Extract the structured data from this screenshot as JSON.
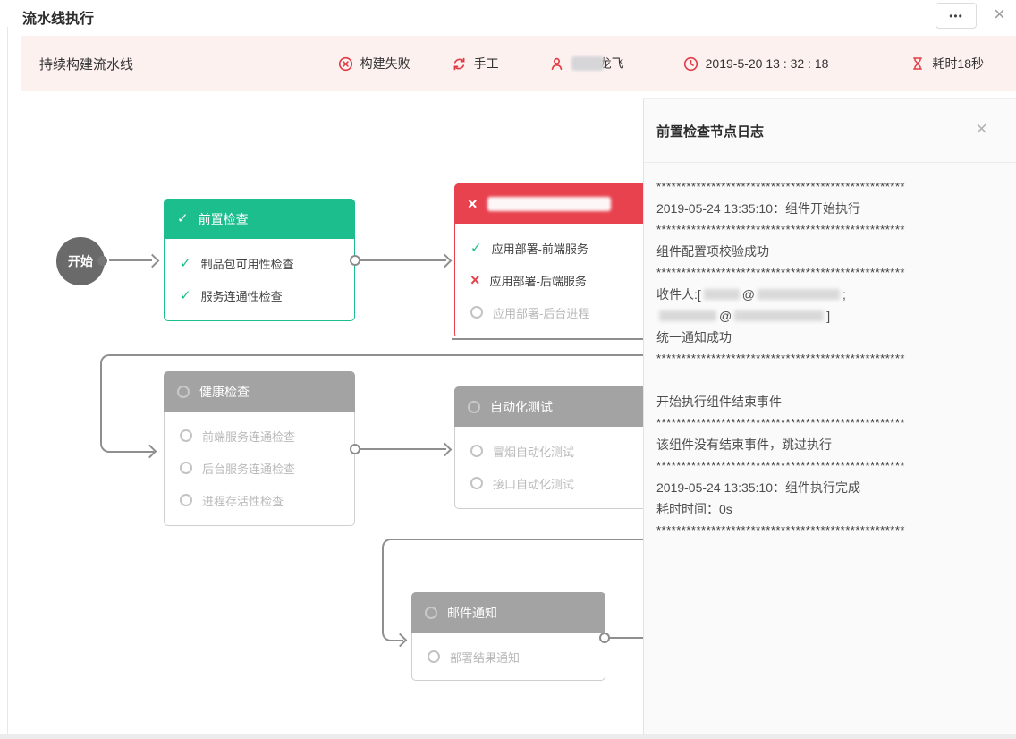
{
  "window": {
    "title": "流水线执行",
    "more_icon": "•••",
    "close_icon": "×"
  },
  "icons": {
    "check": "✓",
    "cross": "×",
    "close": "×",
    "pending": "circle-outline"
  },
  "toolbar": {
    "pipeline_name": "持续构建流水线",
    "items": [
      {
        "icon": "error-circle-icon",
        "label": "构建失败"
      },
      {
        "icon": "refresh-icon",
        "label": "手工"
      },
      {
        "icon": "user-icon",
        "label": "龙飞",
        "redacted_prefix": true
      },
      {
        "icon": "clock-icon",
        "label": "2019-5-20 13 : 32 : 18"
      },
      {
        "icon": "hourglass-icon",
        "label": "耗时18秒"
      }
    ]
  },
  "pipeline": {
    "start_label": "开始",
    "nodes": [
      {
        "id": "precheck",
        "title": "前置检查",
        "status": "success",
        "items": [
          {
            "label": "制品包可用性检查",
            "status": "success"
          },
          {
            "label": "服务连通性检查",
            "status": "success"
          }
        ]
      },
      {
        "id": "deploy",
        "title": "",
        "title_redacted": true,
        "status": "failed",
        "items": [
          {
            "label": "应用部署-前端服务",
            "status": "success"
          },
          {
            "label": "应用部署-后端服务",
            "status": "failed"
          },
          {
            "label": "应用部署-后台进程",
            "status": "pending"
          }
        ]
      },
      {
        "id": "health",
        "title": "健康检查",
        "status": "pending",
        "items": [
          {
            "label": "前端服务连通检查",
            "status": "pending"
          },
          {
            "label": "后台服务连通检查",
            "status": "pending"
          },
          {
            "label": "进程存活性检查",
            "status": "pending"
          }
        ]
      },
      {
        "id": "autotest",
        "title": "自动化测试",
        "status": "pending",
        "items": [
          {
            "label": "冒烟自动化测试",
            "status": "pending"
          },
          {
            "label": "接口自动化测试",
            "status": "pending"
          }
        ]
      },
      {
        "id": "mail",
        "title": "邮件通知",
        "status": "pending",
        "items": [
          {
            "label": "部署结果通知",
            "status": "pending"
          }
        ]
      }
    ]
  },
  "log_panel": {
    "title": "前置检查节点日志",
    "close_icon": "×",
    "separator": "**************************************************",
    "lines": [
      {
        "type": "sep"
      },
      {
        "type": "text",
        "segs": [
          {
            "t": "2019-05-24 13:35:10：组件开始执行"
          }
        ]
      },
      {
        "type": "sep"
      },
      {
        "type": "text",
        "segs": [
          {
            "t": "组件配置项校验成功"
          }
        ]
      },
      {
        "type": "sep"
      },
      {
        "type": "text",
        "segs": [
          {
            "t": "收件人:["
          },
          {
            "b": 40
          },
          {
            "t": "@"
          },
          {
            "b": 92
          },
          {
            "t": ";"
          }
        ]
      },
      {
        "type": "text",
        "segs": [
          {
            "b": 64
          },
          {
            "t": "@"
          },
          {
            "b": 100
          },
          {
            "t": "]"
          }
        ]
      },
      {
        "type": "text",
        "segs": [
          {
            "t": "统一通知成功"
          }
        ]
      },
      {
        "type": "sep"
      },
      {
        "type": "gap"
      },
      {
        "type": "text",
        "segs": [
          {
            "t": "开始执行组件结束事件"
          }
        ]
      },
      {
        "type": "sep"
      },
      {
        "type": "text",
        "segs": [
          {
            "t": "该组件没有结束事件，跳过执行"
          }
        ]
      },
      {
        "type": "sep"
      },
      {
        "type": "text",
        "segs": [
          {
            "t": "2019-05-24 13:35:10：组件执行完成"
          }
        ]
      },
      {
        "type": "text",
        "segs": [
          {
            "t": "耗时时间：0s"
          }
        ]
      },
      {
        "type": "sep"
      }
    ]
  },
  "colors": {
    "success": "#1cbe8e",
    "failed": "#e8424e",
    "pending": "#a3a3a3",
    "bar_bg": "#fdf1f0",
    "accent_red": "#e23c46"
  }
}
